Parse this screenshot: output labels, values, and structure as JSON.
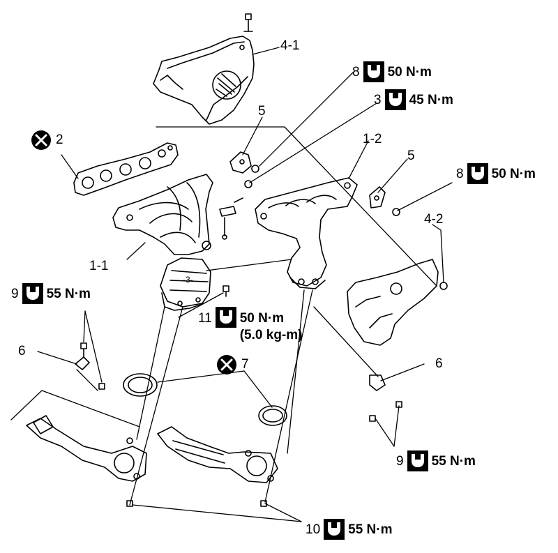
{
  "labels": {
    "heat_protector_upper": "4-1",
    "gasket_front": "2",
    "exhaust_manifold_front": "1-1",
    "exhaust_manifold_rear": "1-2",
    "heat_protector_lower": "4-2",
    "bracket_front": "5",
    "bracket_rear": "5",
    "nut_front": "6",
    "nut_rear": "6",
    "gasket_ring": "7"
  },
  "torques": {
    "t8_top": {
      "num": "8",
      "value": "50 N·m"
    },
    "t3": {
      "num": "3",
      "value": "45 N·m"
    },
    "t8_right": {
      "num": "8",
      "value": "50 N·m"
    },
    "t9_left": {
      "num": "9",
      "value": "55 N·m"
    },
    "t11": {
      "num": "11",
      "value": "50 N·m",
      "sub": "(5.0 kg-m)"
    },
    "t9_right": {
      "num": "9",
      "value": "55 N·m"
    },
    "t10": {
      "num": "10",
      "value": "55 N·m"
    }
  },
  "icons": {
    "torque": "wrench-icon",
    "non_reusable": "non-reusable-x-icon"
  },
  "colors": {
    "ink": "#000000",
    "paper": "#ffffff"
  }
}
